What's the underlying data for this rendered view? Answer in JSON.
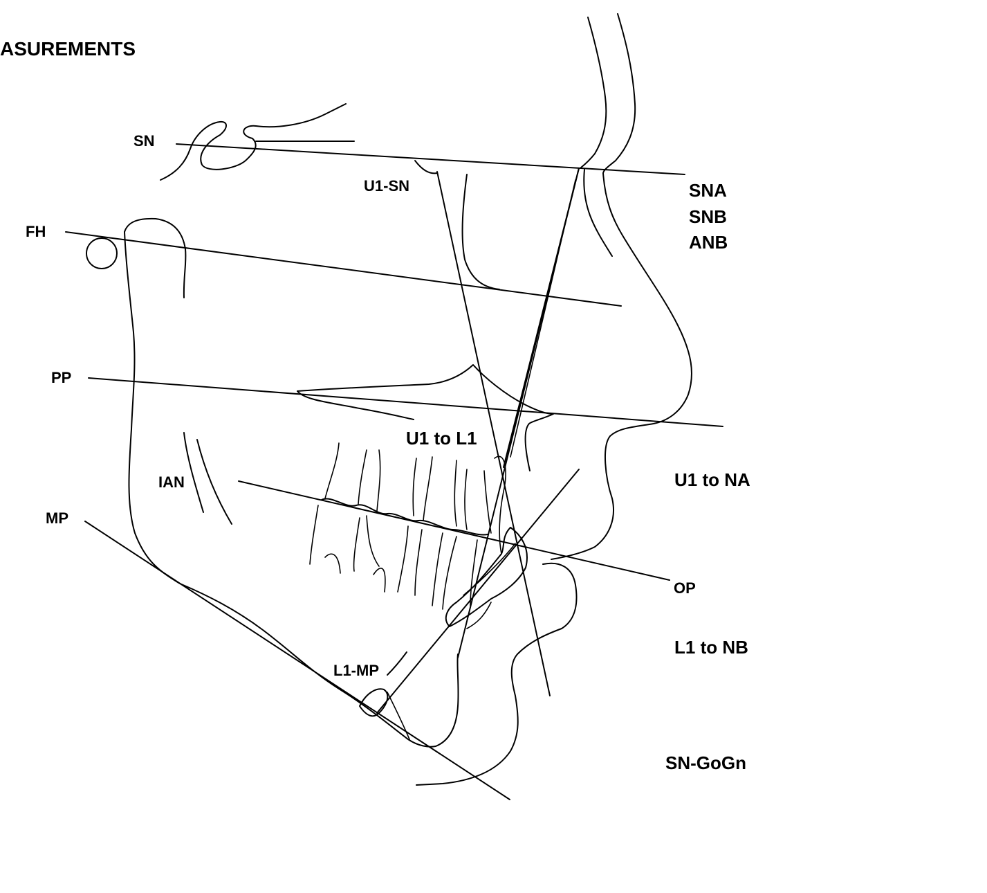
{
  "title": "ASUREMENTS",
  "lines": {
    "sn": "SN",
    "fh": "FH",
    "pp": "PP",
    "ian": "IAN",
    "mp": "MP",
    "op": "OP",
    "u1_sn": "U1-SN",
    "l1_mp": "L1-MP"
  },
  "measurements": {
    "sna": "SNA",
    "snb": "SNB",
    "anb": "ANB",
    "u1_to_l1": "U1 to L1",
    "u1_to_na": "U1 to NA",
    "l1_to_nb": "L1 to NB",
    "sn_gogn": "SN-GoGn"
  }
}
